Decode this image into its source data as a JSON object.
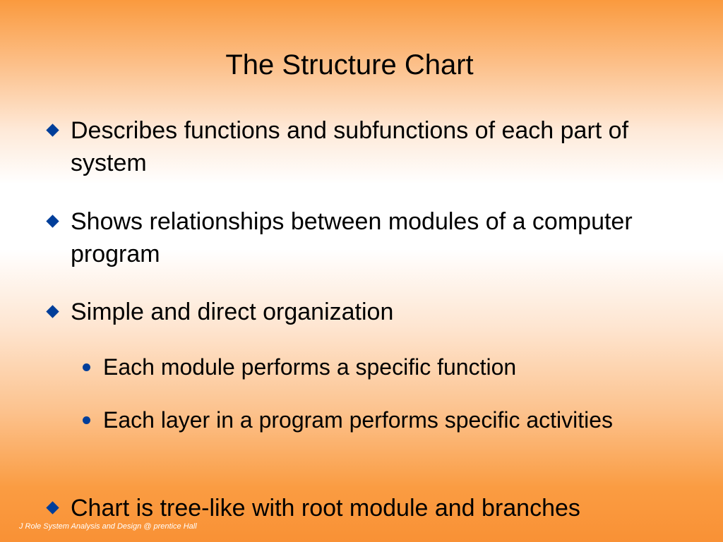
{
  "slide": {
    "title": "The Structure Chart",
    "bullets": [
      {
        "level": 1,
        "text": "Describes functions and subfunctions of each part of system"
      },
      {
        "level": 1,
        "text": "Shows relationships between modules of a computer program"
      },
      {
        "level": 1,
        "text": "Simple and direct organization"
      },
      {
        "level": 2,
        "text": "Each module performs a specific function"
      },
      {
        "level": 2,
        "text": "Each layer in a program performs specific activities"
      },
      {
        "level": 1,
        "text": "Chart is tree-like with root module and branches"
      }
    ],
    "footer": "J Role System Analysis and Design @ prentice Hall"
  },
  "colors": {
    "bullet": "#003e9a",
    "gradient_edge": "#fa9a3e",
    "gradient_center": "#ffffff"
  }
}
